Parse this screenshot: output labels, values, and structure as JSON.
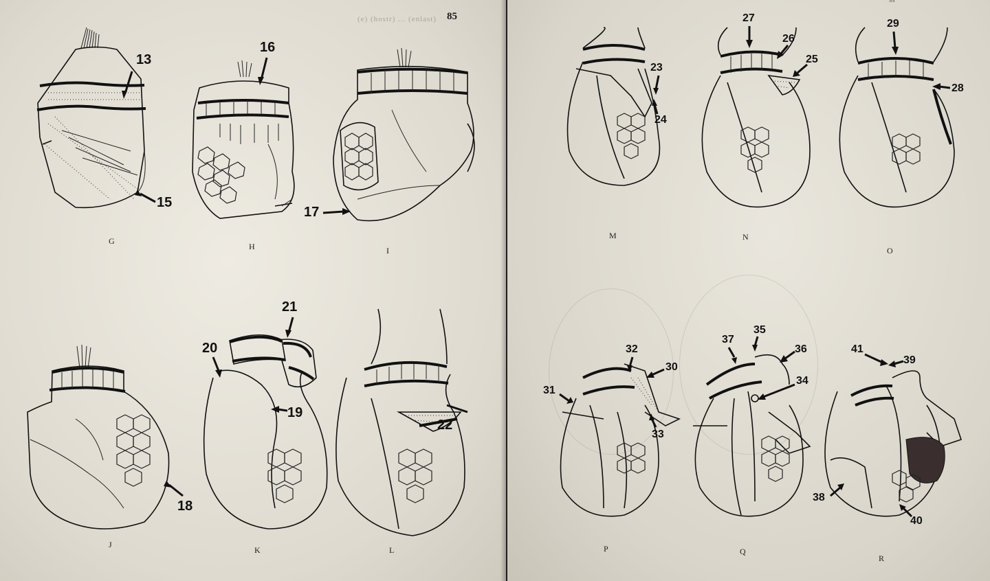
{
  "page": {
    "number": "85",
    "header_fragment": "(e) (hostr) ... (enlast)",
    "corner_fragment": "ss"
  },
  "figures": {
    "G": {
      "caption": "G",
      "labels": [
        "13",
        "15"
      ]
    },
    "H": {
      "caption": "H",
      "labels": [
        "16"
      ]
    },
    "I": {
      "caption": "I",
      "labels": [
        "17"
      ]
    },
    "J": {
      "caption": "J",
      "labels": [
        "18"
      ]
    },
    "K": {
      "caption": "K",
      "labels": [
        "21",
        "20",
        "19"
      ]
    },
    "L": {
      "caption": "L",
      "labels": [
        "22"
      ]
    },
    "M": {
      "caption": "M",
      "labels": [
        "23",
        "24"
      ]
    },
    "N": {
      "caption": "N",
      "labels": [
        "27",
        "26",
        "25"
      ]
    },
    "O": {
      "caption": "O",
      "labels": [
        "29",
        "28"
      ]
    },
    "P": {
      "caption": "P",
      "labels": [
        "32",
        "30",
        "31",
        "33"
      ]
    },
    "Q": {
      "caption": "Q",
      "labels": [
        "37",
        "35",
        "36",
        "34"
      ]
    },
    "R": {
      "caption": "R",
      "labels": [
        "41",
        "39",
        "38",
        "40"
      ]
    }
  }
}
